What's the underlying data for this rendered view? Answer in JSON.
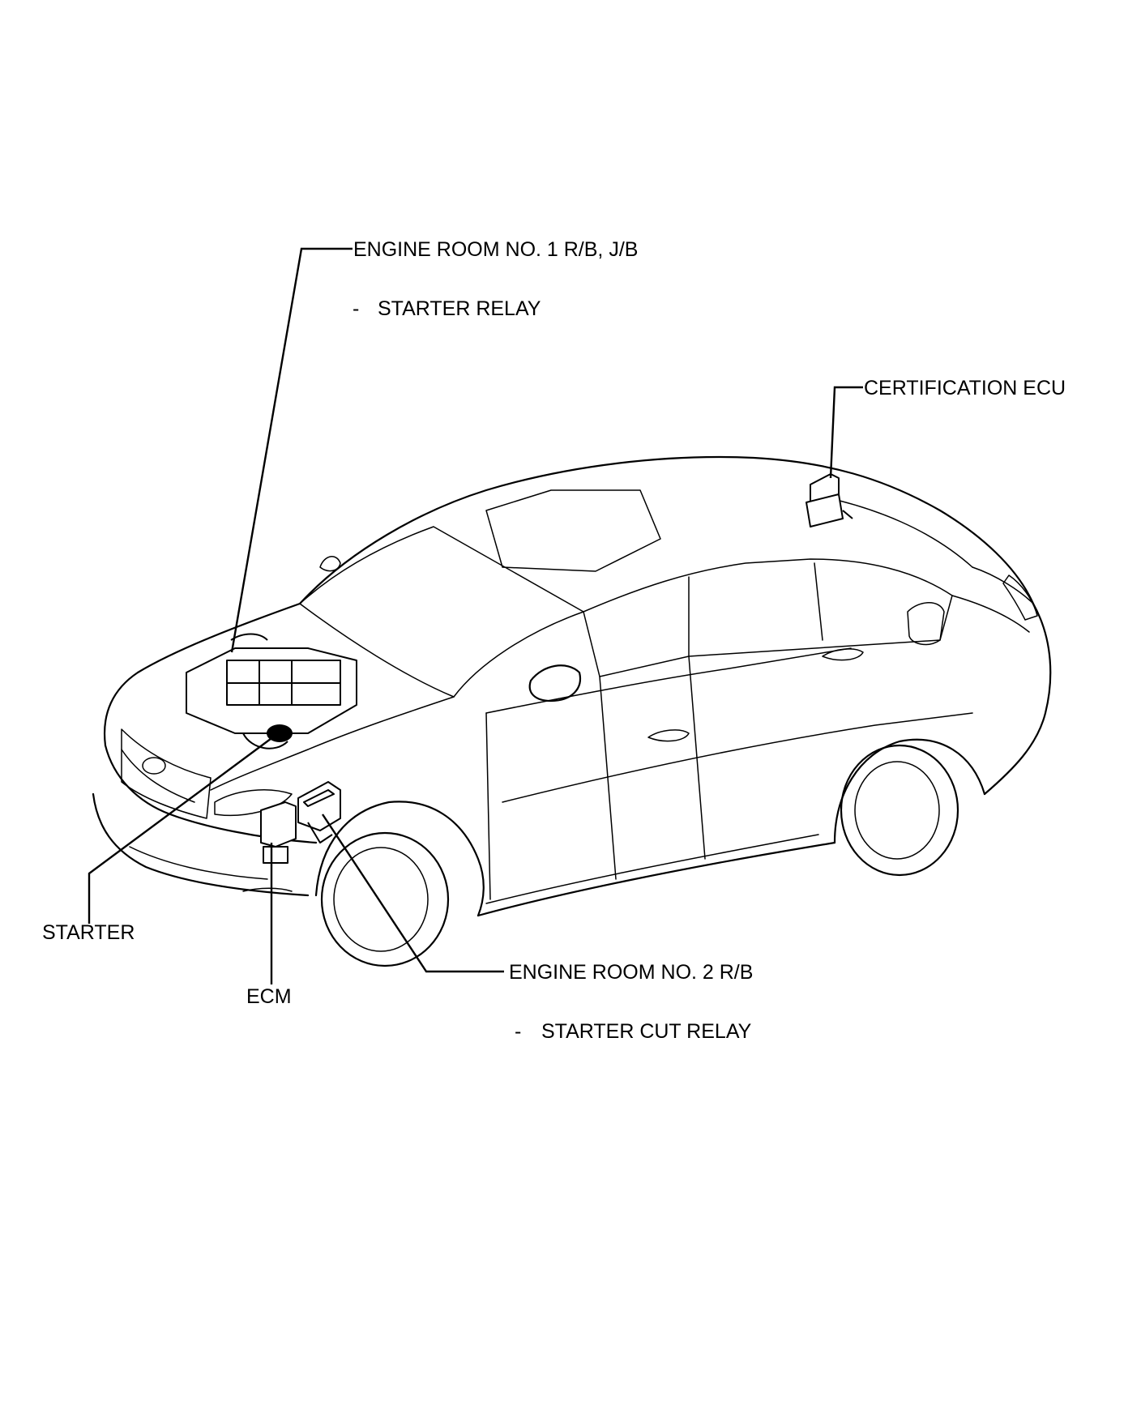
{
  "labels": {
    "engine_room_1": "ENGINE ROOM NO. 1 R/B, J/B",
    "starter_relay": "STARTER RELAY",
    "certification_ecu": "CERTIFICATION ECU",
    "starter": "STARTER",
    "ecm": "ECM",
    "engine_room_2": "ENGINE ROOM NO. 2 R/B",
    "starter_cut_relay": "STARTER CUT RELAY",
    "bullet_dash": "-"
  },
  "colors": {
    "line": "#000000",
    "background": "#ffffff"
  }
}
